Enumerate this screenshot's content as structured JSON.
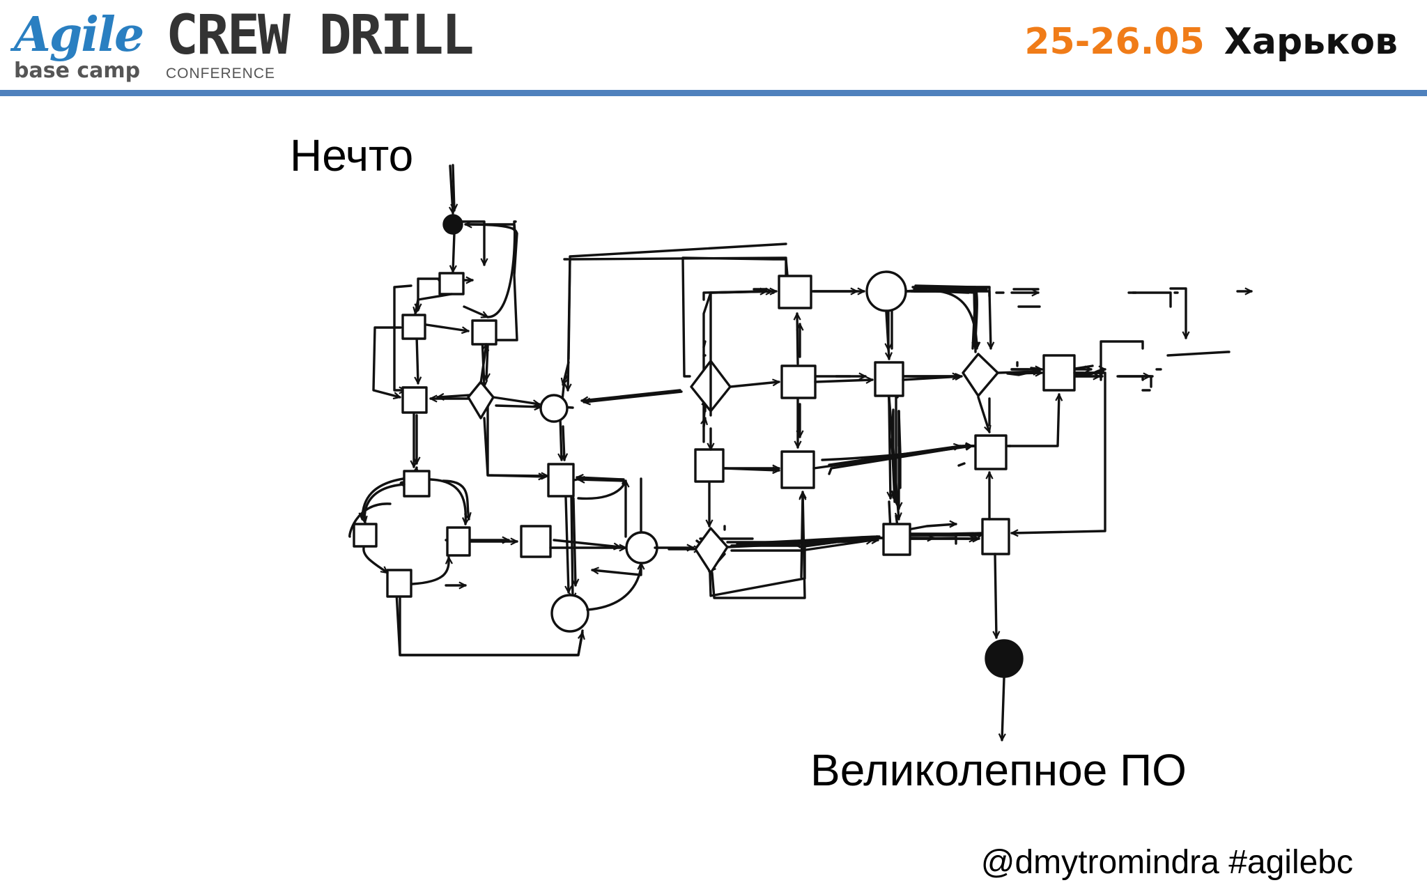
{
  "header": {
    "logo_agile_word": "Agile",
    "logo_agile_sub": "base camp",
    "logo_crew_title": "CREW DRILL",
    "logo_crew_sub": "CONFERENCE",
    "date": "25-26.05",
    "city": "Харьков",
    "accent_color": "#f07c18",
    "rule_color": "#4f81bd"
  },
  "diagram": {
    "start_label": "Нечто",
    "end_label": "Великолепное ПО"
  },
  "footer": {
    "handle": "@dmytromindra #agilebc"
  }
}
